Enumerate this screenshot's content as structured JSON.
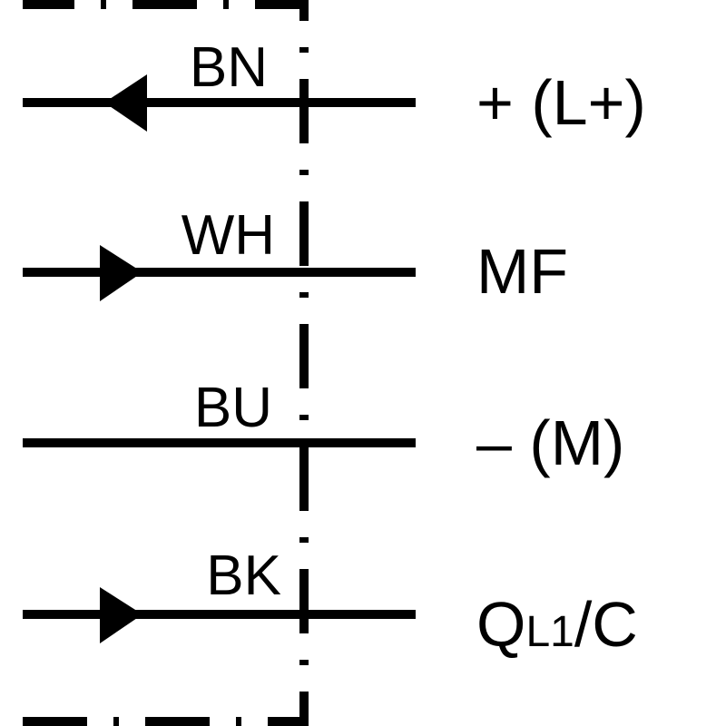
{
  "diagram": {
    "wires": [
      {
        "color_code": "BN",
        "terminal": "+ (L+)",
        "arrow": "left"
      },
      {
        "color_code": "WH",
        "terminal": "MF",
        "arrow": "right"
      },
      {
        "color_code": "BU",
        "terminal": "– (M)",
        "arrow": "none"
      },
      {
        "color_code": "BK",
        "terminal_main": "Q",
        "terminal_sub": "L1",
        "terminal_tail": "/C",
        "arrow": "right"
      }
    ],
    "line_color": "#000000",
    "background": "#ffffff"
  }
}
